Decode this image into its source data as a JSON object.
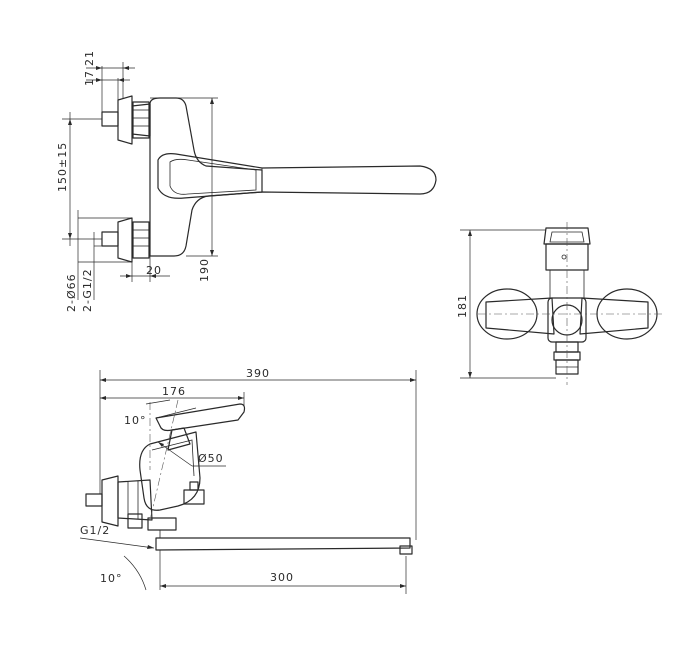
{
  "dimensions": {
    "top_view": {
      "offset_21": "21",
      "offset_17": "17",
      "centers": "150±15",
      "escutcheon_dia": "2-Ø66",
      "thread": "2-G1/2",
      "depth_20": "20",
      "height_190": "190"
    },
    "end_view": {
      "height_181": "181"
    },
    "side_view": {
      "overall_390": "390",
      "lever_176": "176",
      "lever_angle": "10°",
      "body_dia": "Ø50",
      "thread": "G1/2",
      "spout_angle": "10°",
      "spout_300": "300"
    }
  }
}
